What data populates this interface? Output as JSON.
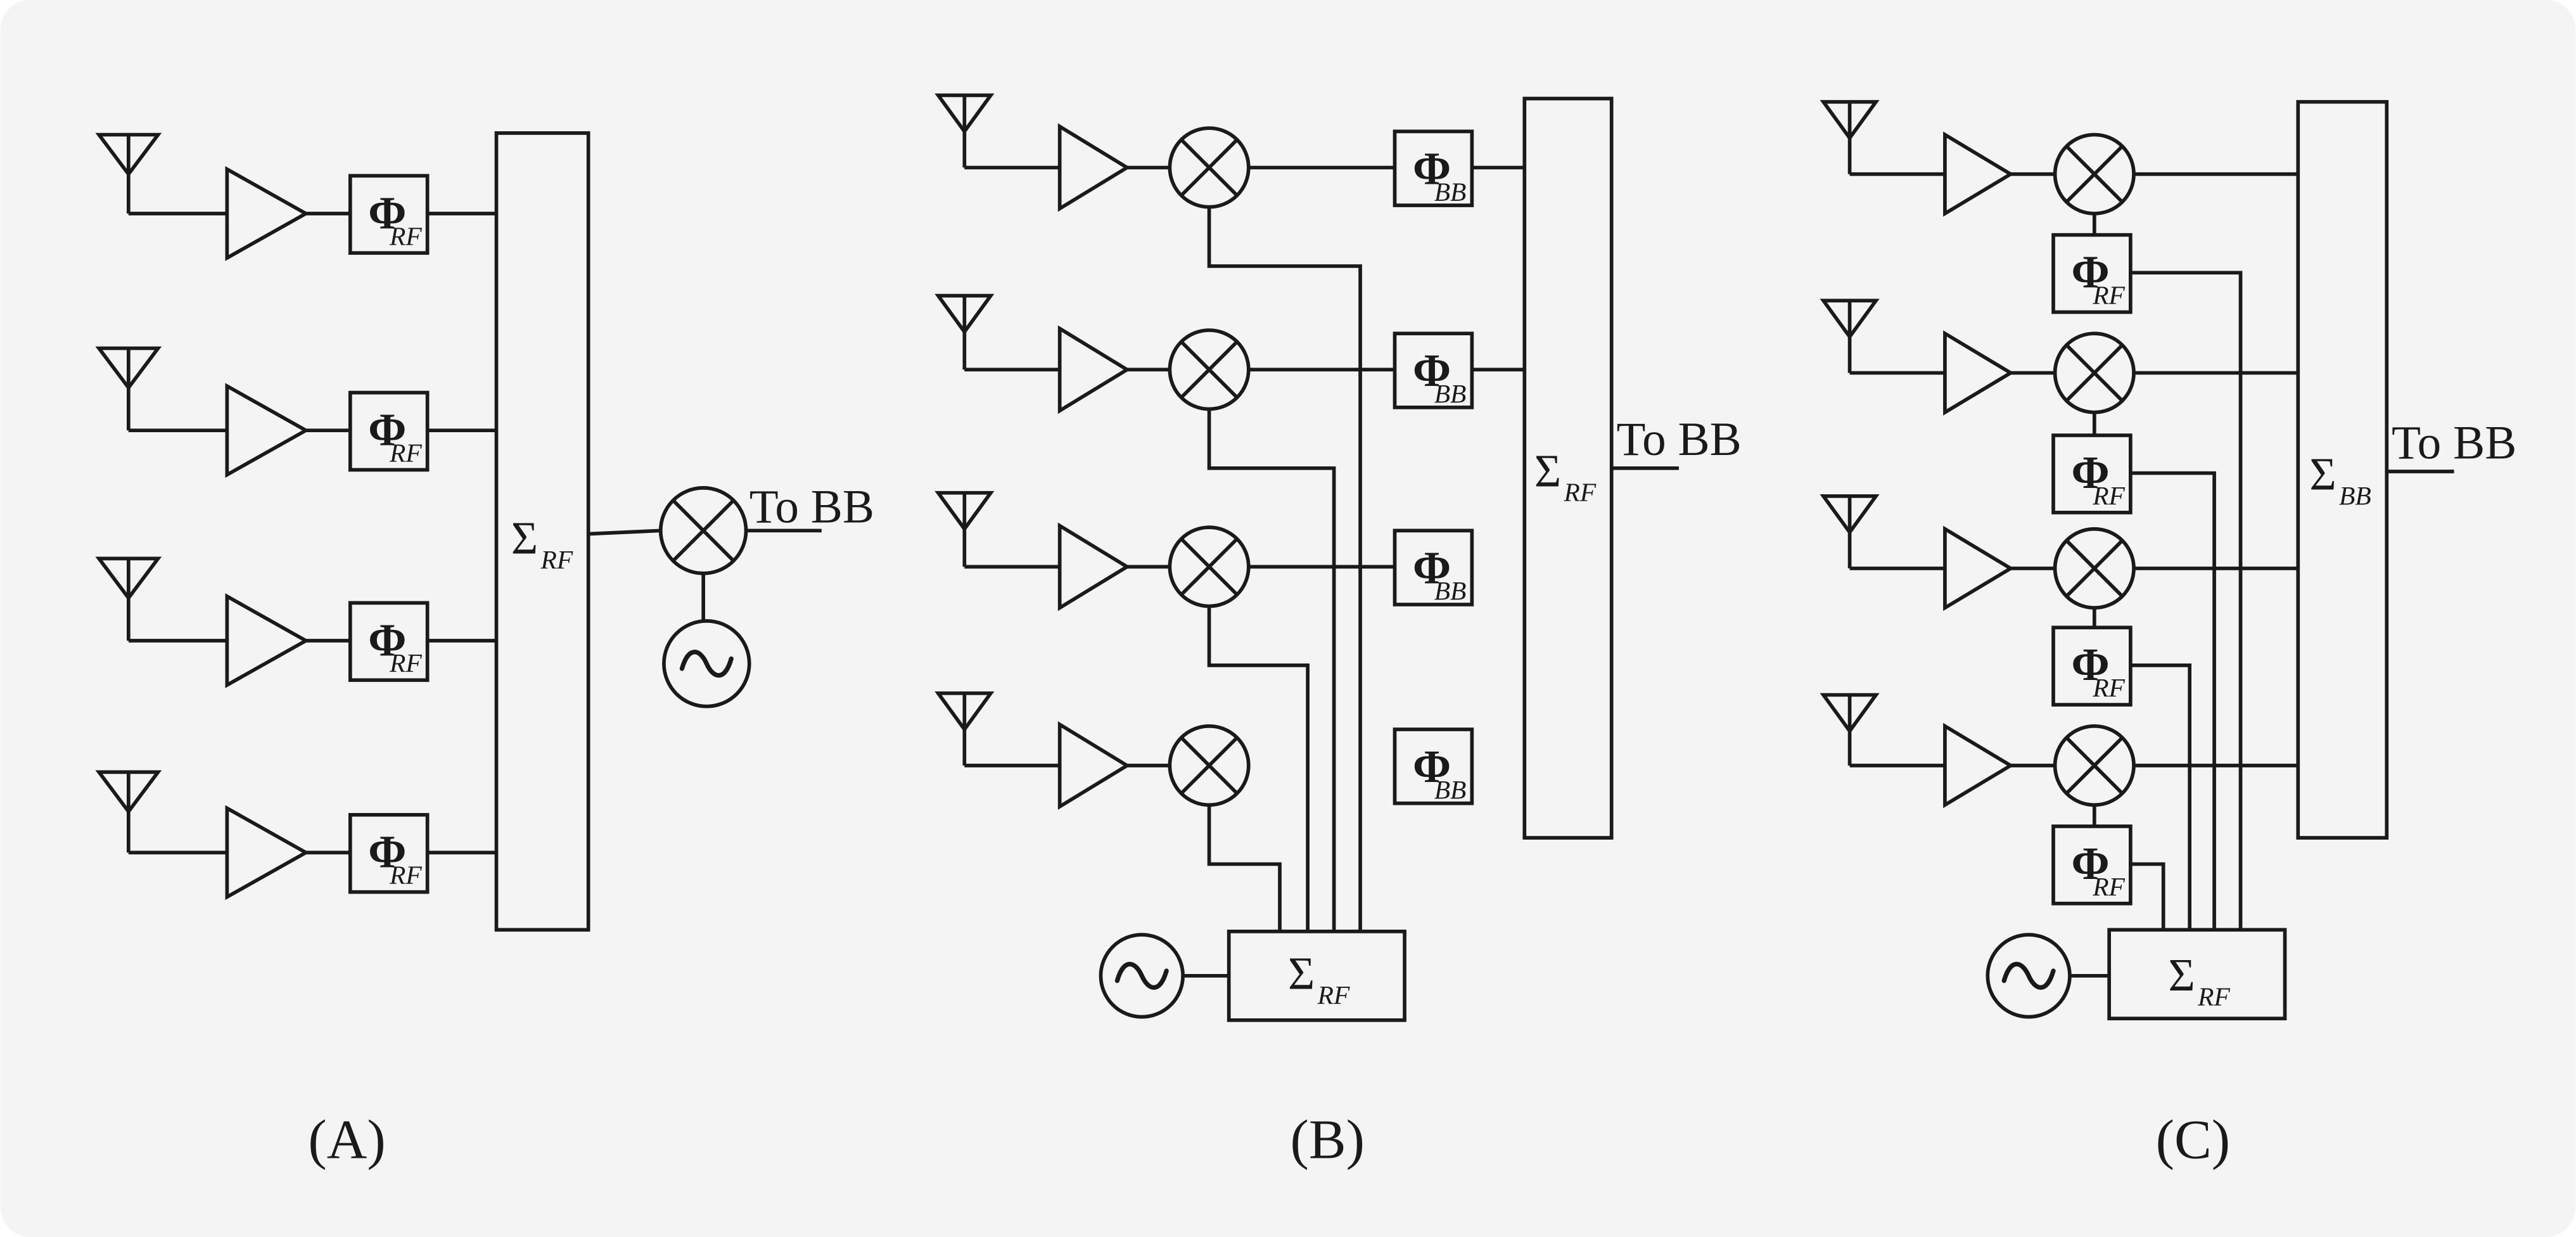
{
  "colors": {
    "background": "#f4f4f4",
    "stroke": "#1a1a1a"
  },
  "diagram_a": {
    "caption": "(A)",
    "phase_shifter": {
      "symbol": "Φ",
      "subscript": "RF"
    },
    "combiner": {
      "symbol": "Σ",
      "subscript": "RF"
    },
    "output_label": "To BB"
  },
  "diagram_b": {
    "caption": "(B)",
    "phase_shifter": {
      "symbol": "Φ",
      "subscript": "BB"
    },
    "rf_combiner": {
      "symbol": "Σ",
      "subscript": "RF"
    },
    "main_combiner": {
      "symbol": "Σ",
      "subscript": "RF"
    },
    "output_label": "To BB"
  },
  "diagram_c": {
    "caption": "(C)",
    "phase_shifter": {
      "symbol": "Φ",
      "subscript": "RF"
    },
    "rf_combiner": {
      "symbol": "Σ",
      "subscript": "RF"
    },
    "main_combiner": {
      "symbol": "Σ",
      "subscript": "BB"
    },
    "output_label": "To BB"
  }
}
